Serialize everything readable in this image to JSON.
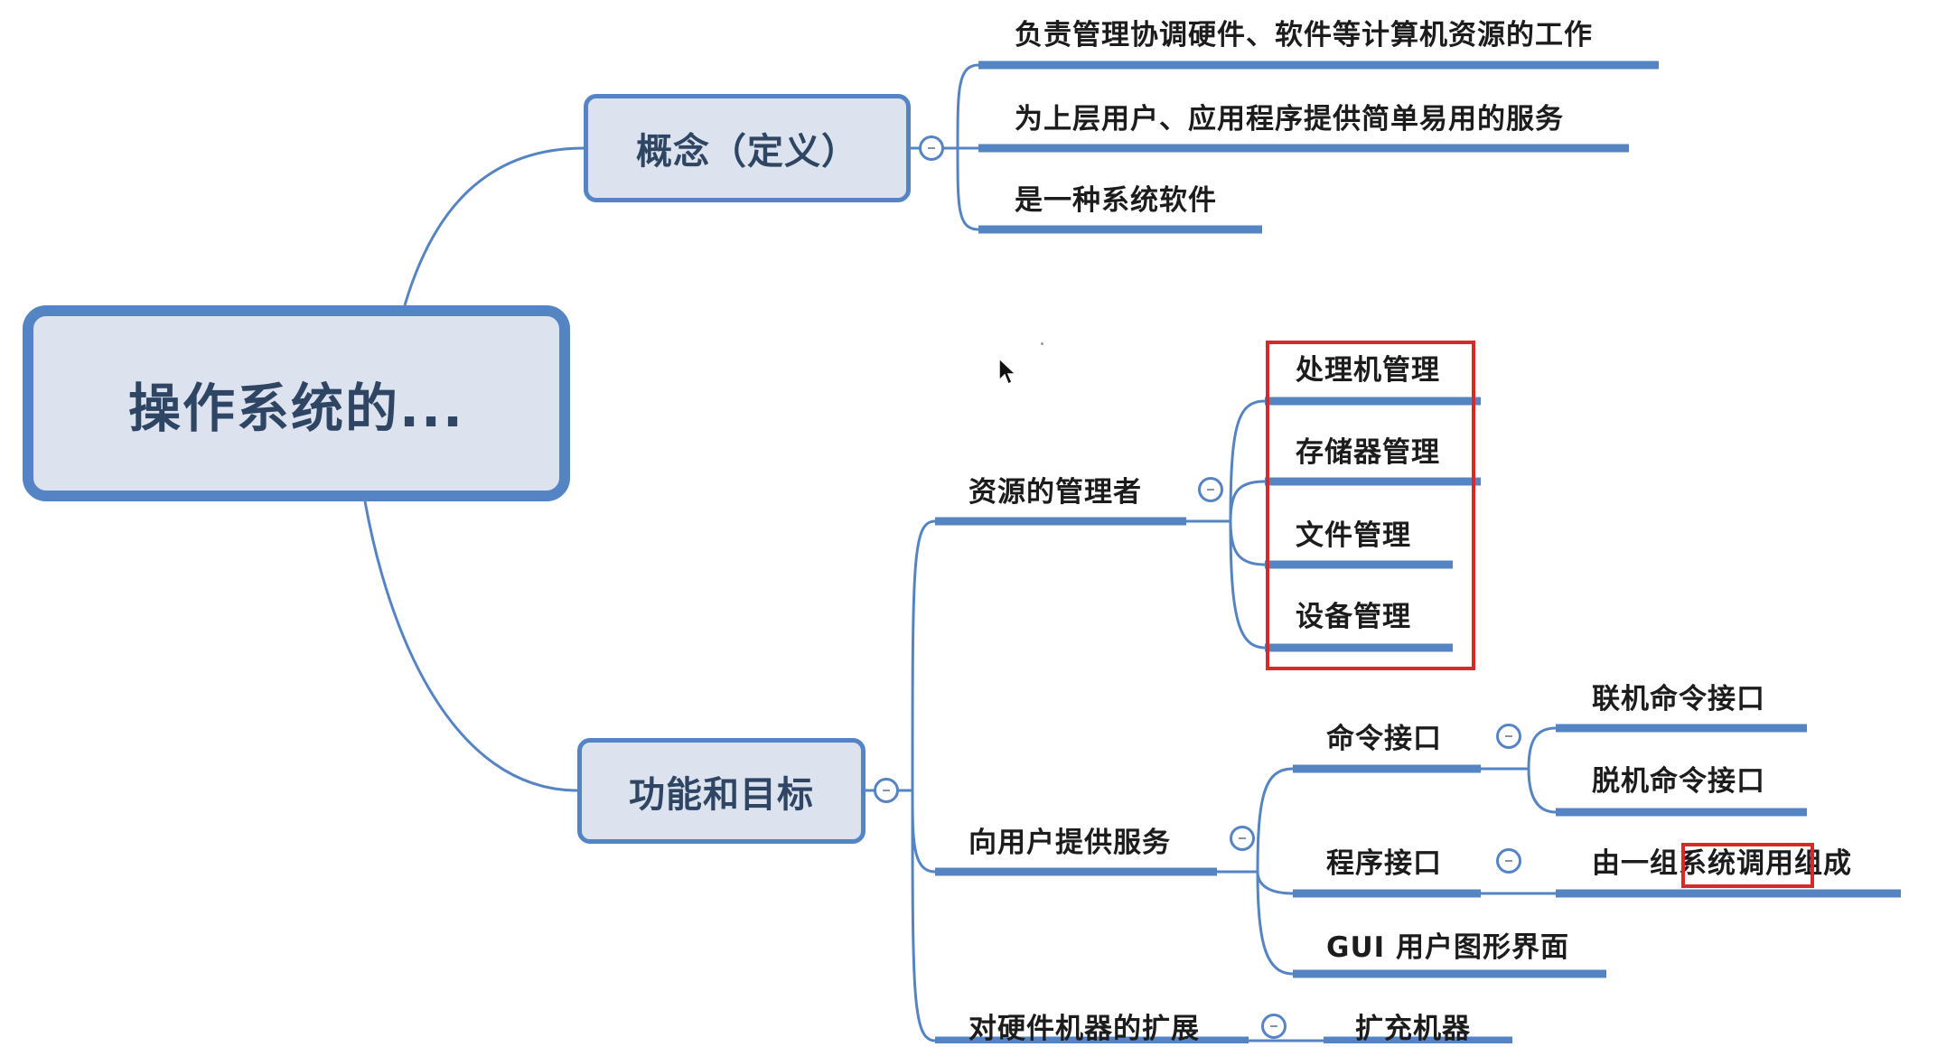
{
  "root": {
    "label": "操作系统的..."
  },
  "branches": {
    "concept": {
      "label": "概念（定义）",
      "children": [
        "负责管理协调硬件、软件等计算机资源的工作",
        "为上层用户、应用程序提供简单易用的服务",
        "是一种系统软件"
      ]
    },
    "function": {
      "label": "功能和目标",
      "resource_manager": {
        "label": "资源的管理者",
        "children": [
          "处理机管理",
          "存储器管理",
          "文件管理",
          "设备管理"
        ]
      },
      "user_service": {
        "label": "向用户提供服务",
        "command_interface": {
          "label": "命令接口",
          "children": [
            "联机命令接口",
            "脱机命令接口"
          ]
        },
        "program_interface": {
          "label": "程序接口",
          "children": [
            "由一组系统调用组成"
          ],
          "highlight": "系统调用"
        },
        "gui": {
          "label": "GUI 用户图形界面"
        }
      },
      "hardware_extension": {
        "label": "对硬件机器的扩展",
        "children": [
          "扩充机器"
        ]
      }
    }
  },
  "colors": {
    "line": "#5584c4",
    "topic_fill": "#dce3ee",
    "topic_text": "#2e4563",
    "highlight": "#d42a2a"
  }
}
